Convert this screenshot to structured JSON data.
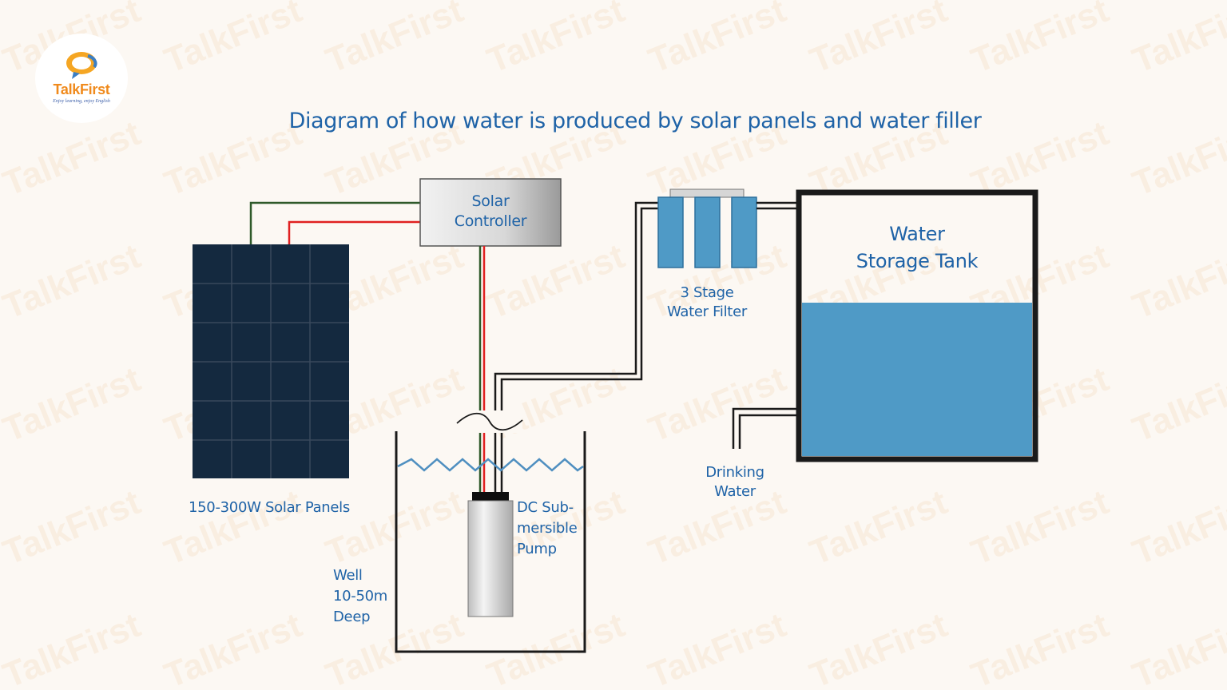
{
  "logo": {
    "name": "TalkFirst",
    "tagline": "Enjoy learning, enjoy English"
  },
  "watermark": "TalkFirst",
  "title": "Diagram of how water is produced by solar panels and water filler",
  "labels": {
    "solar_controller": [
      "Solar",
      "Controller"
    ],
    "solar_panels": "150-300W Solar Panels",
    "water_filter": [
      "3 Stage",
      "Water Filter"
    ],
    "storage_tank": [
      "Water",
      "Storage Tank"
    ],
    "drinking_water": [
      "Drinking",
      "Water"
    ],
    "pump": [
      "DC Sub-",
      "mersible",
      "Pump"
    ],
    "well": [
      "Well",
      "10-50m",
      "Deep"
    ]
  },
  "colors": {
    "text_blue": "#1f63a7",
    "water_blue": "#4f9ac6",
    "panel_navy": "#14293f",
    "wire_red": "#e02020",
    "wire_green": "#2f5a2a",
    "logo_orange": "#f08a1c"
  }
}
